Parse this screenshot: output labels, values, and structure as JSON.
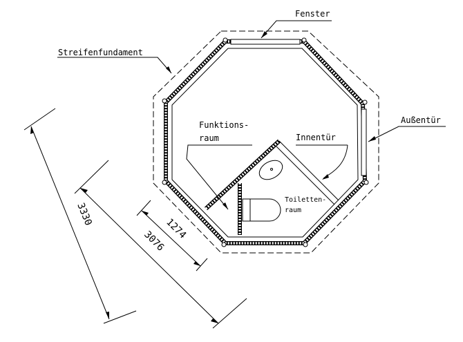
{
  "labels": {
    "window": "Fenster",
    "strip_foundation": "Streifenfundament",
    "exterior_door": "Außentür",
    "function_room_line1": "Funktions-",
    "function_room_line2": "raum",
    "interior_door": "Innentür",
    "toilet_room_line1": "Toiletten-",
    "toilet_room_line2": "raum"
  },
  "dimensions": {
    "overall_outer": "3330",
    "overall_wall": "3076",
    "partition": "1274"
  }
}
